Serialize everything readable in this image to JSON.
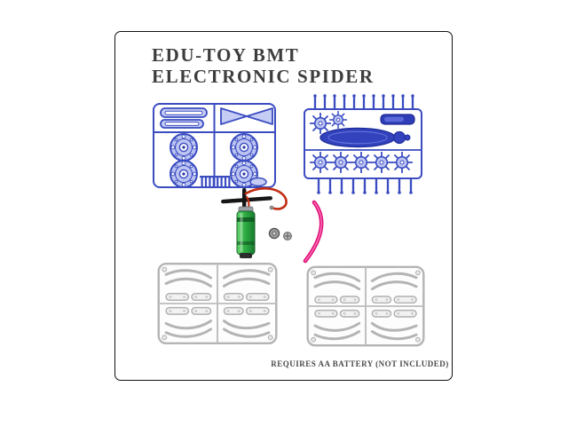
{
  "product": {
    "title_line1": "EDU-TOY BMT",
    "title_line2": "ELECTRONIC SPIDER",
    "battery_note": "REQUIRES AA BATTERY (NOT INCLUDED)"
  },
  "figures": {
    "top_left": "blue-sprue-with-gear-discs",
    "top_right": "blue-sprue-with-spider-body-and-legs",
    "center": "motor-with-red-wire-and-screws",
    "center_right": "pink-curved-wire",
    "bottom_left": "gray-sprue-with-leg-parts",
    "bottom_right": "gray-sprue-with-leg-parts"
  },
  "colors": {
    "sprue_blue": "#3a4cc0",
    "sprue_blue_fill": "#bcc4f2",
    "body_blue": "#3343bd",
    "sprue_gray": "#b4b4b4",
    "motor_green": "#2fae44",
    "wire_red": "#c22d12",
    "wire_pink": "#dd1278",
    "title_text": "#3d3d3d",
    "frame_border": "#111111"
  }
}
